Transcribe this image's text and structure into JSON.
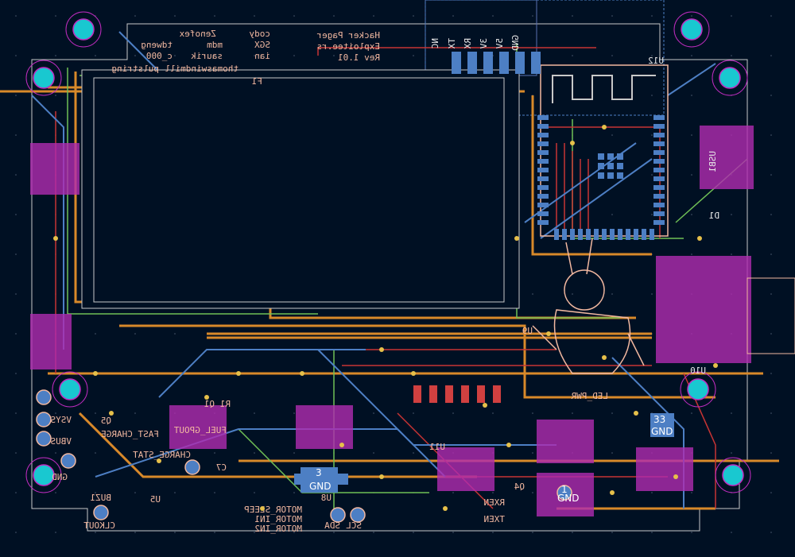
{
  "board": {
    "title_lines": [
      "Hacker Pager",
      "Exploitee.rs",
      "Rev 1.01"
    ],
    "credits": [
      "cody",
      "Zenofex",
      "SGX",
      "mdm",
      "tdweng",
      "ian",
      "saurik",
      "c_000",
      "thomaswindmill",
      "pulstring"
    ],
    "header_pins": [
      "NC",
      "TX",
      "RX",
      "3V",
      "5V",
      "GND"
    ],
    "components": [
      "U12",
      "USB1",
      "D1",
      "U10",
      "U11",
      "U9",
      "U5",
      "U8",
      "Q1",
      "Q4",
      "Q5",
      "C7",
      "R1",
      "BUZ1",
      "F1"
    ],
    "net_labels": {
      "led_pwr": "LED_PWR",
      "fast_charge": "FAST_CHARGE",
      "fuel_gpout": "FUEL_GPOUT",
      "charge_stat": "CHARGE_STAT",
      "vsys": "VSYS",
      "vbus": "VBUS",
      "gnd": "GND",
      "clkout": "CLKOUT",
      "motor_sleep": "MOTOR_SLEEP",
      "motor_in1": "MOTOR_IN1",
      "motor_in2": "MOTOR_IN2",
      "sda": "SDA",
      "scl": "SCL",
      "rxen": "RXEN",
      "txen": "TXEN"
    },
    "pads": {
      "gnd3": [
        "3",
        "GND"
      ],
      "gnd33": [
        "33",
        "GND"
      ],
      "gnd1": [
        "1",
        "GND"
      ]
    },
    "colors": {
      "background": "#001023",
      "front_copper": "#c83434",
      "back_copper": "#4d7fc4",
      "inner_orange": "#d8892a",
      "inner_green": "#6fbf56",
      "silkscreen": "#f2b8a0",
      "via_cyan": "#19c8d0",
      "courtyard_magenta": "#c02cc0",
      "edge_cuts": "#d0d0d0"
    }
  }
}
